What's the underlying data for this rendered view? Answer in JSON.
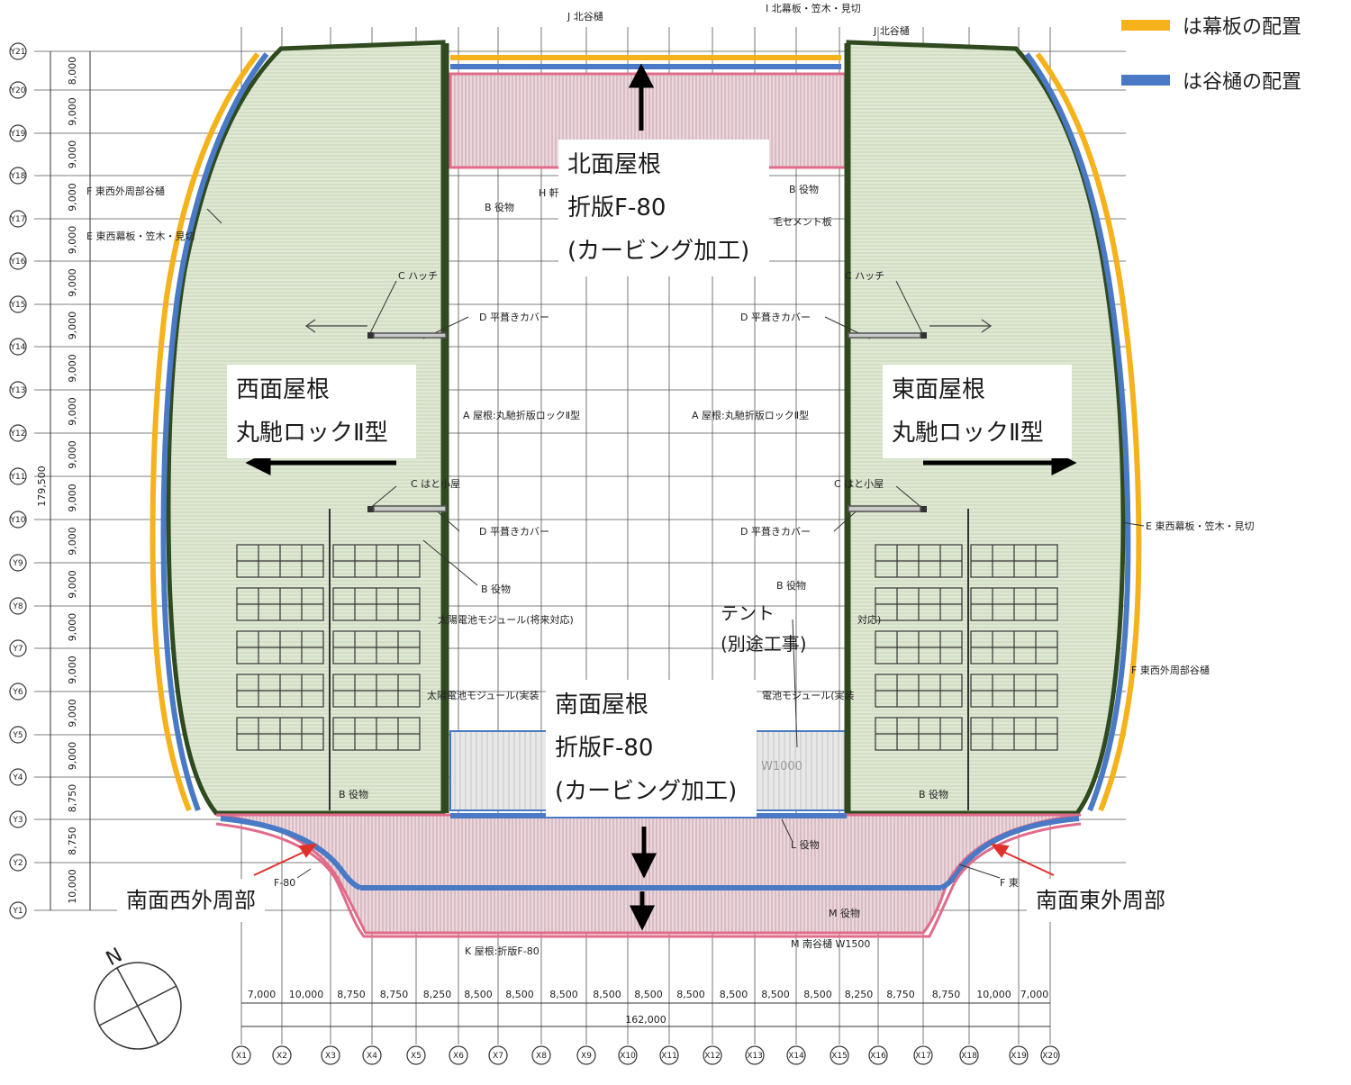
{
  "legend": [
    {
      "text": "は幕板の配置",
      "color": "#f5b21a"
    },
    {
      "text": "は谷樋の配置",
      "color": "#4a79c5"
    }
  ],
  "roof_labels": {
    "north": [
      "北面屋根",
      "折版F-80",
      "(カービング加工)"
    ],
    "south": [
      "南面屋根",
      "折版F-80",
      "(カービング加工)"
    ],
    "west": [
      "西面屋根",
      "丸馳ロックⅡ型"
    ],
    "east": [
      "東面屋根",
      "丸馳ロックⅡ型"
    ],
    "tent": [
      "テント",
      "(別途工事)"
    ],
    "south_west_perimeter": "南面西外周部",
    "south_east_perimeter": "南面東外周部"
  },
  "annotations": {
    "j_north_gutter_left": "J  北谷樋",
    "i_north_fascia": "I  北幕板・笠木・見切",
    "j_north_gutter_right": "J  北谷樋",
    "f_ew_outer_gutter_w": "F  東西外周部谷樋",
    "e_ew_fascia_w": "E  東西幕板・笠木・見切",
    "b_accessory_nw": "B  役物",
    "h_label": "H  軒",
    "b_accessory_ne": "B  役物",
    "cement_board": "毛セメント板",
    "c_hatch_w": "C  ハッチ",
    "c_hatch_e": "C  ハッチ",
    "d_cover_w1": "D  平葺きカバー",
    "d_cover_e1": "D  平葺きカバー",
    "a_roof_w": "A  屋根:丸馳折版ロックⅡ型",
    "a_roof_e": "A  屋根:丸馳折版ロックⅡ型",
    "c_hut_w": "C  はと小屋",
    "c_hut_e": "C  はと小屋",
    "d_cover_w2": "D  平葺きカバー",
    "d_cover_e2": "D  平葺きカバー",
    "b_accessory_w2": "B  役物",
    "b_accessory_e2": "B  役物",
    "e_ew_fascia_e": "E  東西幕板・笠木・見切",
    "solar_w1": "太陽電池モジュール(将来対応)",
    "solar_w2": "太陽電池モジュール(実装",
    "solar_e1": "対応)",
    "solar_e2": "電池モジュール(実装",
    "f_ew_outer_gutter_e": "F  東西外周部谷樋",
    "w1000": "W1000",
    "b_accessory_sw": "B  役物",
    "b_accessory_se": "B  役物",
    "l_accessory": "L  役物",
    "f80": "F-80",
    "f_east": "F  東",
    "m_accessory": "M  役物",
    "k_roof": "K  屋根:折版F-80",
    "m_south_gutter": "M  南谷樋  W1500"
  },
  "row_labels": [
    "Y21",
    "Y20",
    "Y19",
    "Y18",
    "Y17",
    "Y16",
    "Y15",
    "Y14",
    "Y13",
    "Y12",
    "Y11",
    "Y10",
    "Y9",
    "Y8",
    "Y7",
    "Y6",
    "Y5",
    "Y4",
    "Y3",
    "Y2",
    "Y1"
  ],
  "row_dims": [
    "8,000",
    "9,000",
    "9,000",
    "9,000",
    "9,000",
    "9,000",
    "9,000",
    "9,000",
    "9,000",
    "9,000",
    "9,000",
    "9,000",
    "9,000",
    "9,000",
    "9,000",
    "9,000",
    "9,000",
    "8,750",
    "8,750",
    "10,000"
  ],
  "total_height": "179,500",
  "col_labels": [
    "X1",
    "X2",
    "X3",
    "X4",
    "X5",
    "X6",
    "X7",
    "X8",
    "X9",
    "X10",
    "X11",
    "X12",
    "X13",
    "X14",
    "X15",
    "X16",
    "X17",
    "X18",
    "X19",
    "X20"
  ],
  "col_dims": [
    "7,000",
    "10,000",
    "8,750",
    "8,750",
    "8,250",
    "8,500",
    "8,500",
    "8,500",
    "8,500",
    "8,500",
    "8,500",
    "8,500",
    "8,500",
    "8,500",
    "8,250",
    "8,750",
    "8,750",
    "10,000",
    "7,000"
  ],
  "total_width": "162,000",
  "north_arrow": "N"
}
